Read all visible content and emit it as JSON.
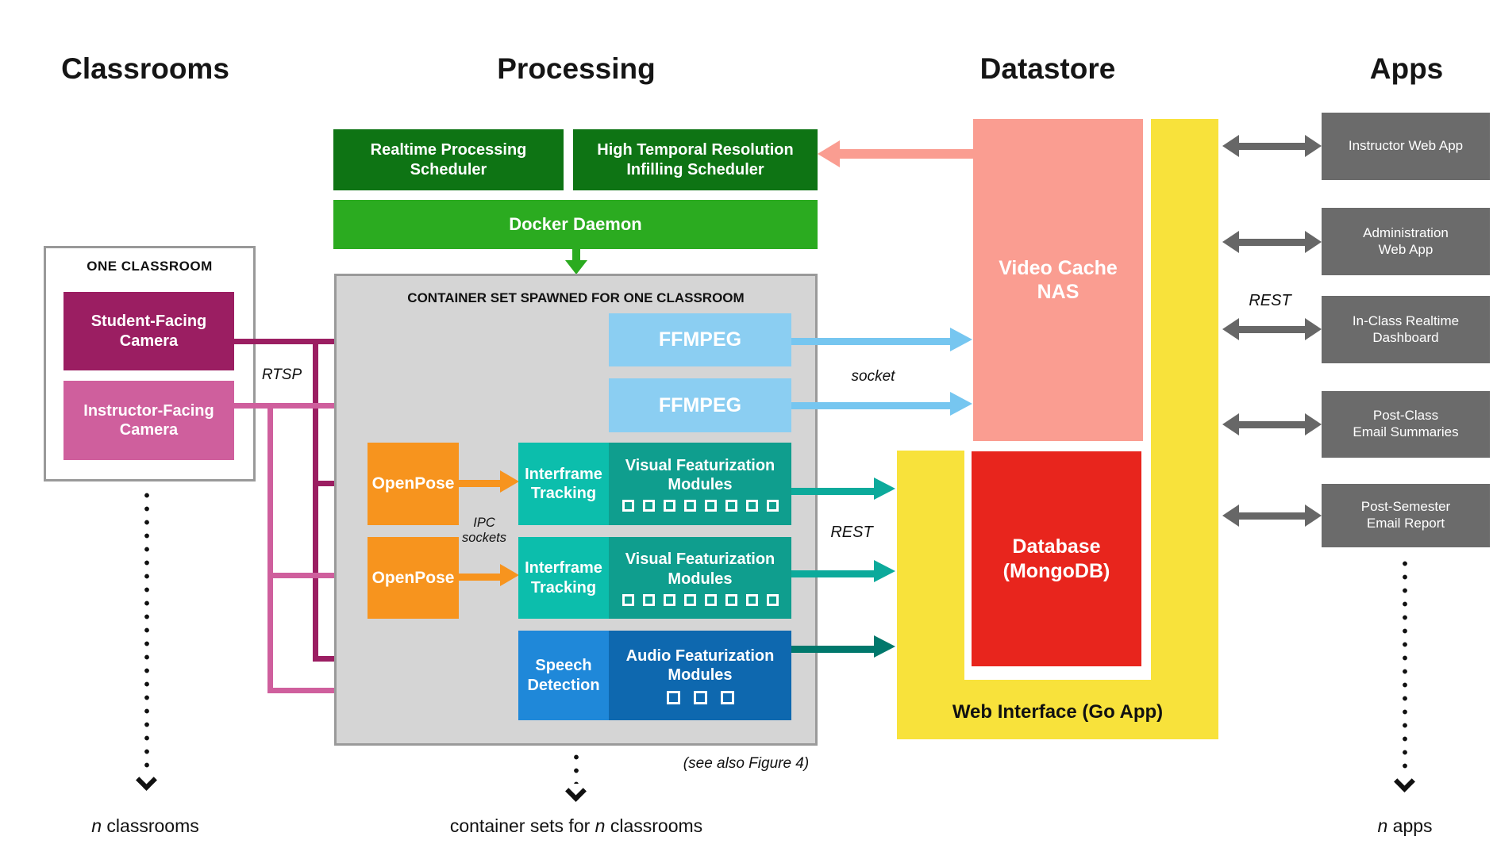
{
  "headers": {
    "classrooms": "Classrooms",
    "processing": "Processing",
    "datastore": "Datastore",
    "apps": "Apps"
  },
  "classroom": {
    "group_label": "ONE CLASSROOM",
    "student_camera": "Student-Facing\nCamera",
    "instructor_camera": "Instructor-Facing\nCamera"
  },
  "processing": {
    "realtime_scheduler": "Realtime Processing\nScheduler",
    "infilling_scheduler": "High Temporal Resolution\nInfilling Scheduler",
    "docker": "Docker Daemon",
    "container_caption": "CONTAINER SET SPAWNED FOR ONE CLASSROOM",
    "ffmpeg_top": "FFMPEG",
    "ffmpeg_bottom": "FFMPEG",
    "openpose_top": "OpenPose",
    "openpose_bottom": "OpenPose",
    "interframe_top": "Interframe\nTracking",
    "interframe_bottom": "Interframe\nTracking",
    "visual_modules_top": "Visual Featurization\nModules",
    "visual_modules_bottom": "Visual Featurization\nModules",
    "speech": "Speech\nDetection",
    "audio_modules": "Audio Featurization\nModules",
    "see_also": "(see also Figure 4)"
  },
  "datastore": {
    "video_cache": "Video Cache\nNAS",
    "database": "Database\n(MongoDB)",
    "web_interface": "Web Interface (Go App)"
  },
  "apps": {
    "items": [
      "Instructor Web App",
      "Administration\nWeb App",
      "In-Class Realtime\nDashboard",
      "Post-Class\nEmail Summaries",
      "Post-Semester\nEmail Report"
    ],
    "rest_label": "REST"
  },
  "edge_labels": {
    "rtsp": "RTSP",
    "socket": "socket",
    "rest": "REST",
    "ipc": "IPC\nsockets"
  },
  "footers": {
    "classrooms": {
      "italic": "n",
      "text": " classrooms"
    },
    "processing": {
      "pre": "container sets for ",
      "italic": "n",
      "post": " classrooms"
    },
    "apps": {
      "italic": "n",
      "text": " apps"
    }
  },
  "colors": {
    "dark_magenta": "#9B1E62",
    "pink": "#CF5F9D",
    "dark_green": "#0E7414",
    "bright_green": "#2BAB20",
    "container_gray": "#D5D5D5",
    "container_border": "#9A9A9A",
    "classroom_border": "#999999",
    "ffmpeg_blue": "#8BCEF2",
    "socket_arrow_blue": "#76C6F0",
    "orange": "#F7941E",
    "teal_light": "#0CBEAC",
    "teal_dark": "#0F9E8E",
    "teal_arrow": "#0CAA9B",
    "audio_teal_arrow": "#00786C",
    "speech_blue": "#1F88D9",
    "audio_blue": "#0E68AF",
    "salmon": "#FA9D91",
    "yellow": "#F8E23B",
    "database_red": "#E8251D",
    "app_gray": "#6B6B6B",
    "arrow_gray": "#676767"
  }
}
